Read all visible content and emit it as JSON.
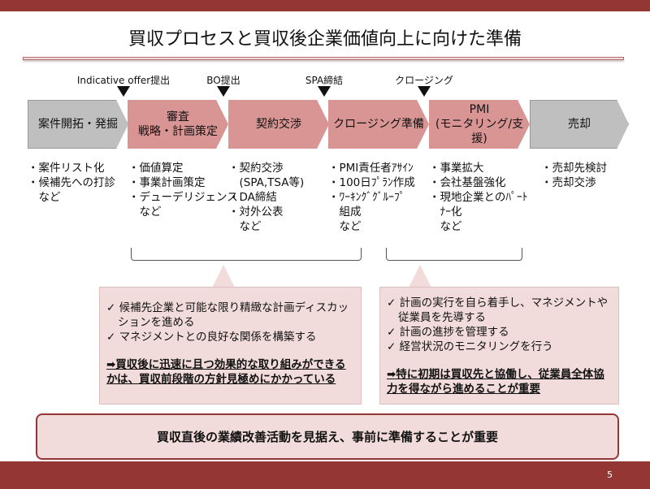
{
  "title": "買収プロセスと買収後企業価値向上に向けた準備",
  "milestones": [
    "Indicative offer提出",
    "BO提出",
    "SPA締結",
    "クロージング"
  ],
  "stages": [
    {
      "label1": "案件開拓・発掘",
      "label2": "",
      "bullets": [
        "・案件リスト化",
        "・候補先への打診",
        "　など"
      ]
    },
    {
      "label1": "審査",
      "label2": "戦略・計画策定",
      "bullets": [
        "・価値算定",
        "・事業計画策定",
        "・デューデリジェンス",
        "　など"
      ]
    },
    {
      "label1": "契約交渉",
      "label2": "",
      "bullets": [
        "・契約交渉",
        "　(SPA,TSA等)",
        "・DA締結",
        "・対外公表",
        "　など"
      ]
    },
    {
      "label1": "クロージング準備",
      "label2": "",
      "bullets": [
        "・PMI責任者ｱｻｲﾝ",
        "・100日ﾌﾟﾗﾝ作成",
        "・ﾜｰｷﾝｸﾞｸﾞﾙｰﾌﾟ",
        "　組成",
        "　など"
      ]
    },
    {
      "label1": "PMI",
      "label2": "(モニタリング/支援)",
      "bullets": [
        "・事業拡大",
        "・会社基盤強化",
        "・現地企業とのﾊﾟｰﾄ",
        "　ﾅｰ化",
        "　など"
      ]
    },
    {
      "label1": "売却",
      "label2": "",
      "bullets": [
        "・売却先検討",
        "・売却交渉"
      ]
    }
  ],
  "callouts": [
    {
      "checks": [
        "✓ 候補先企業と可能な限り精緻な計画ディスカッションを進める",
        "✓ マネジメントとの良好な関係を構築する"
      ],
      "emphasis": "➡買収後に迅速に且つ効果的な取り組みができるかは、買収前段階の方針見極めにかかっている"
    },
    {
      "checks": [
        "✓ 計画の実行を自ら着手し、マネジメントや従業員を先導する",
        "✓ 計画の進捗を管理する",
        "✓ 経営状況のモニタリングを行う"
      ],
      "emphasis": "➡特に初期は買収先と協働し、従業員全体協力を得ながら進めることが重要"
    }
  ],
  "summary": "買収直後の業績改善活動を見据え、事前に準備することが重要",
  "page_number": "5",
  "colors": {
    "brand": "#943634",
    "pink": "#d99594",
    "light_pink": "#f2dcdb",
    "gray": "#bfbfbf"
  }
}
